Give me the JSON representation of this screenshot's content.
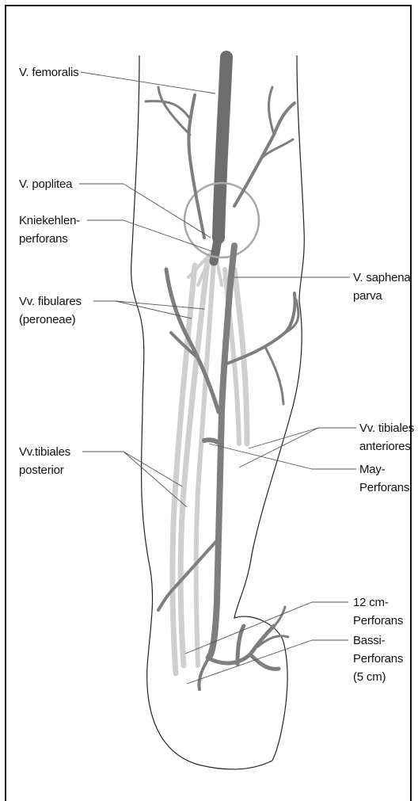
{
  "labels": {
    "v_femoralis": "V. femoralis",
    "v_poplitea": "V. poplitea",
    "kniekehlen_1": "Kniekehlen-",
    "kniekehlen_2": "perforans",
    "v_saphena_1": "V. saphena",
    "v_saphena_2": "parva",
    "vv_fibulares_1": "Vv. fibulares",
    "vv_fibulares_2": "(peroneae)",
    "vv_tib_ant_1": "Vv. tibiales",
    "vv_tib_ant_2": "anteriores",
    "vv_tib_post_1": "Vv.tibiales",
    "vv_tib_post_2": "posterior",
    "may_1": "May-",
    "may_2": "Perforans",
    "cm12_1": "12 cm-",
    "cm12_2": "Perforans",
    "bassi_1": "Bassi-",
    "bassi_2": "Perforans",
    "bassi_3": "(5 cm)"
  },
  "colors": {
    "superficial_vein": "#7e7e7e",
    "deep_vein": "#cfcfcf",
    "outline": "#222222"
  }
}
